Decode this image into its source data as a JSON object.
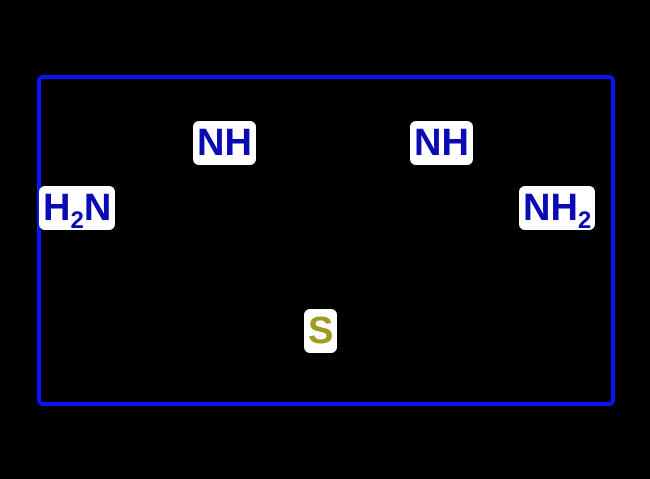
{
  "atoms": {
    "nh_left": {
      "label": "NH"
    },
    "nh_right": {
      "label": "NH"
    },
    "h2n_left": {
      "prefix": "H",
      "sub": "2",
      "suffix": "N"
    },
    "nh2_right": {
      "prefix": "NH",
      "sub": "2"
    },
    "sulfur": {
      "label": "S"
    }
  },
  "colors": {
    "nitrogen": "#0a0ab4",
    "sulfur": "#a09a1e",
    "frame": "#0a14ff",
    "background": "#000000"
  }
}
